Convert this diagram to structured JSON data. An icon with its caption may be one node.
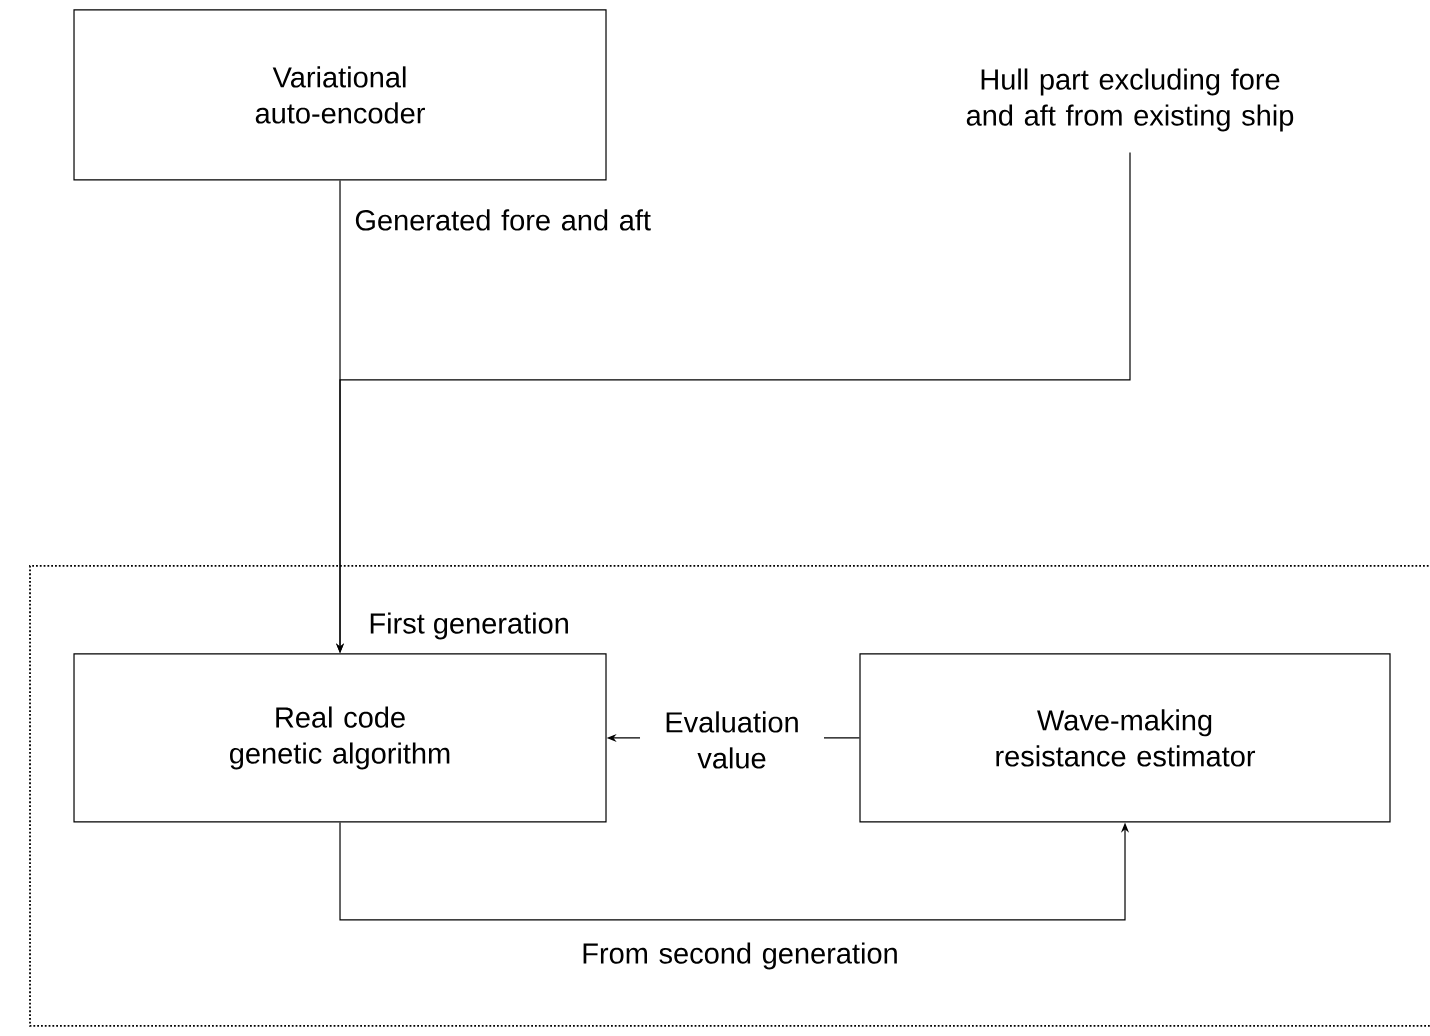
{
  "diagram": {
    "nodes": [
      {
        "text": [
          "Variational auto-encoder"
        ]
      },
      {
        "text": [
          "Hull part excluding fore and aft from existing ship"
        ]
      },
      {
        "text": [],
        "shape": "box"
      },
      {
        "text": [
          "Real code genetic algorithm"
        ],
        "in": 2
      },
      {
        "text": [
          "Wave-making resistance estimator"
        ],
        "in": 2
      }
    ],
    "edges": [
      {
        "from": 0,
        "to": 3,
        "arrow": "to",
        "label": "Generated fore and aft"
      },
      {
        "from": 1,
        "to": 3,
        "arrow": "to"
      },
      {
        "from": 4,
        "to": 3,
        "arrow": "to",
        "label": "Evaluation value"
      },
      {
        "from": 3,
        "to": 4,
        "arrow": "to",
        "label": "From second generation"
      }
    ],
    "labels": [
      "First generation"
    ]
  }
}
